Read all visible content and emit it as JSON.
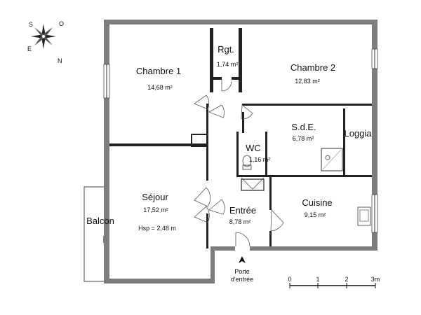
{
  "compass": {
    "letters": [
      "S",
      "E",
      "O",
      "N"
    ]
  },
  "rooms": {
    "chambre1": {
      "name": "Chambre 1",
      "area": "14,68 m²"
    },
    "rgt": {
      "name": "Rgt.",
      "area": "1,74 m²"
    },
    "chambre2": {
      "name": "Chambre 2",
      "area": "12,83 m²"
    },
    "sde": {
      "name": "S.d.E.",
      "area": "6,78 m²"
    },
    "loggia": {
      "name": "Loggia"
    },
    "wc": {
      "name": "WC",
      "area": "1,16 m²"
    },
    "sejour": {
      "name": "Séjour",
      "area": "17,52 m²",
      "height": "Hsp = 2,48 m"
    },
    "entree": {
      "name": "Entrée",
      "area": "8,78 m²"
    },
    "cuisine": {
      "name": "Cuisine",
      "area": "9,15 m²"
    },
    "balcon": {
      "name": "Balcon"
    }
  },
  "entrance": {
    "line1": "Porte",
    "line2": "d'entrée"
  },
  "scale": {
    "ticks": [
      "0",
      "1",
      "2",
      "3m"
    ]
  },
  "colors": {
    "wall": "#7d7d7d",
    "line": "#333333",
    "text": "#111111"
  }
}
